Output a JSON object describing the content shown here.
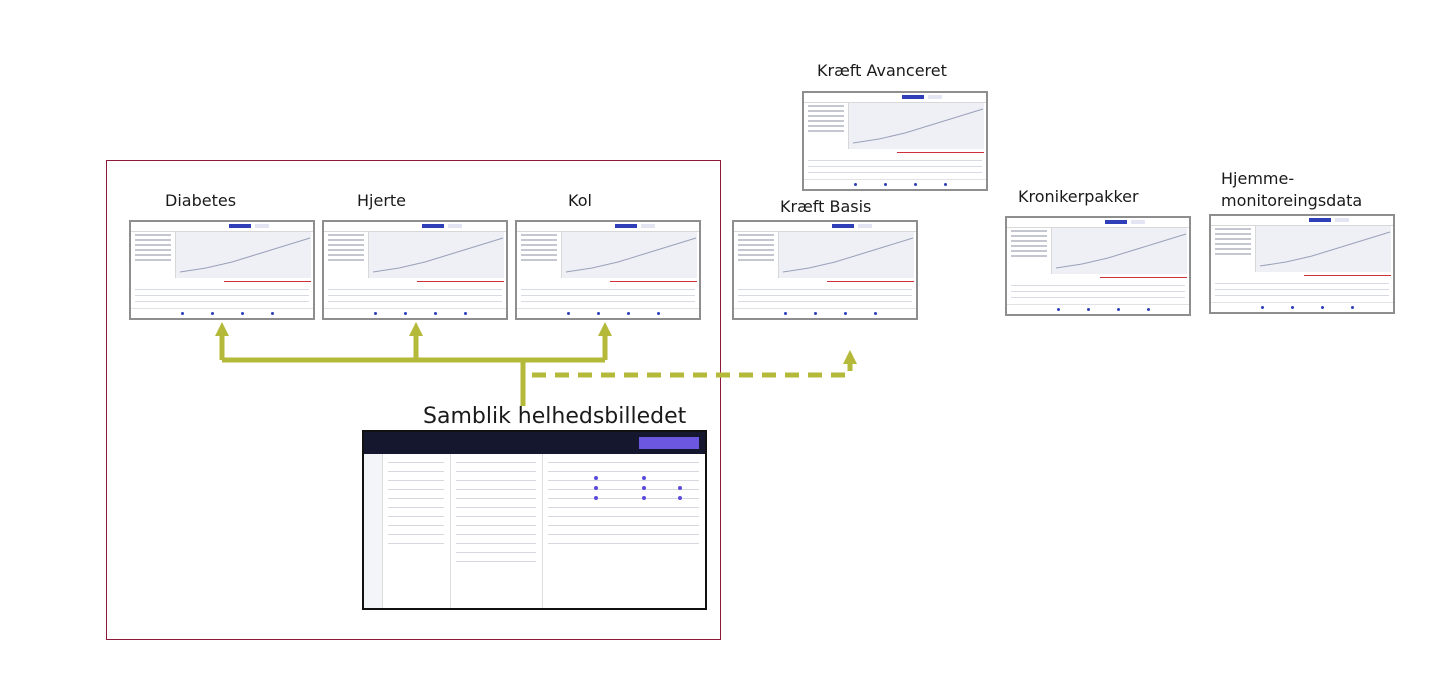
{
  "labels": {
    "diabetes": "Diabetes",
    "hjerte": "Hjerte",
    "kol": "Kol",
    "kraeft_avanceret": "Kræft Avanceret",
    "kraeft_basis": "Kræft Basis",
    "kronikerpakker": "Kronikerpakker",
    "hjemme_line1": "Hjemme-",
    "hjemme_line2": "monitoreingsdata",
    "samblik": "Samblik helhedsbilledet"
  },
  "colors": {
    "frame": "#8b1a3a",
    "arrow": "#b5b93a",
    "thumb_border": "#8e8e8e",
    "accent": "#2f3fb8"
  },
  "icons": [
    "arrow-up-icon",
    "arrow-up-dashed-icon"
  ]
}
